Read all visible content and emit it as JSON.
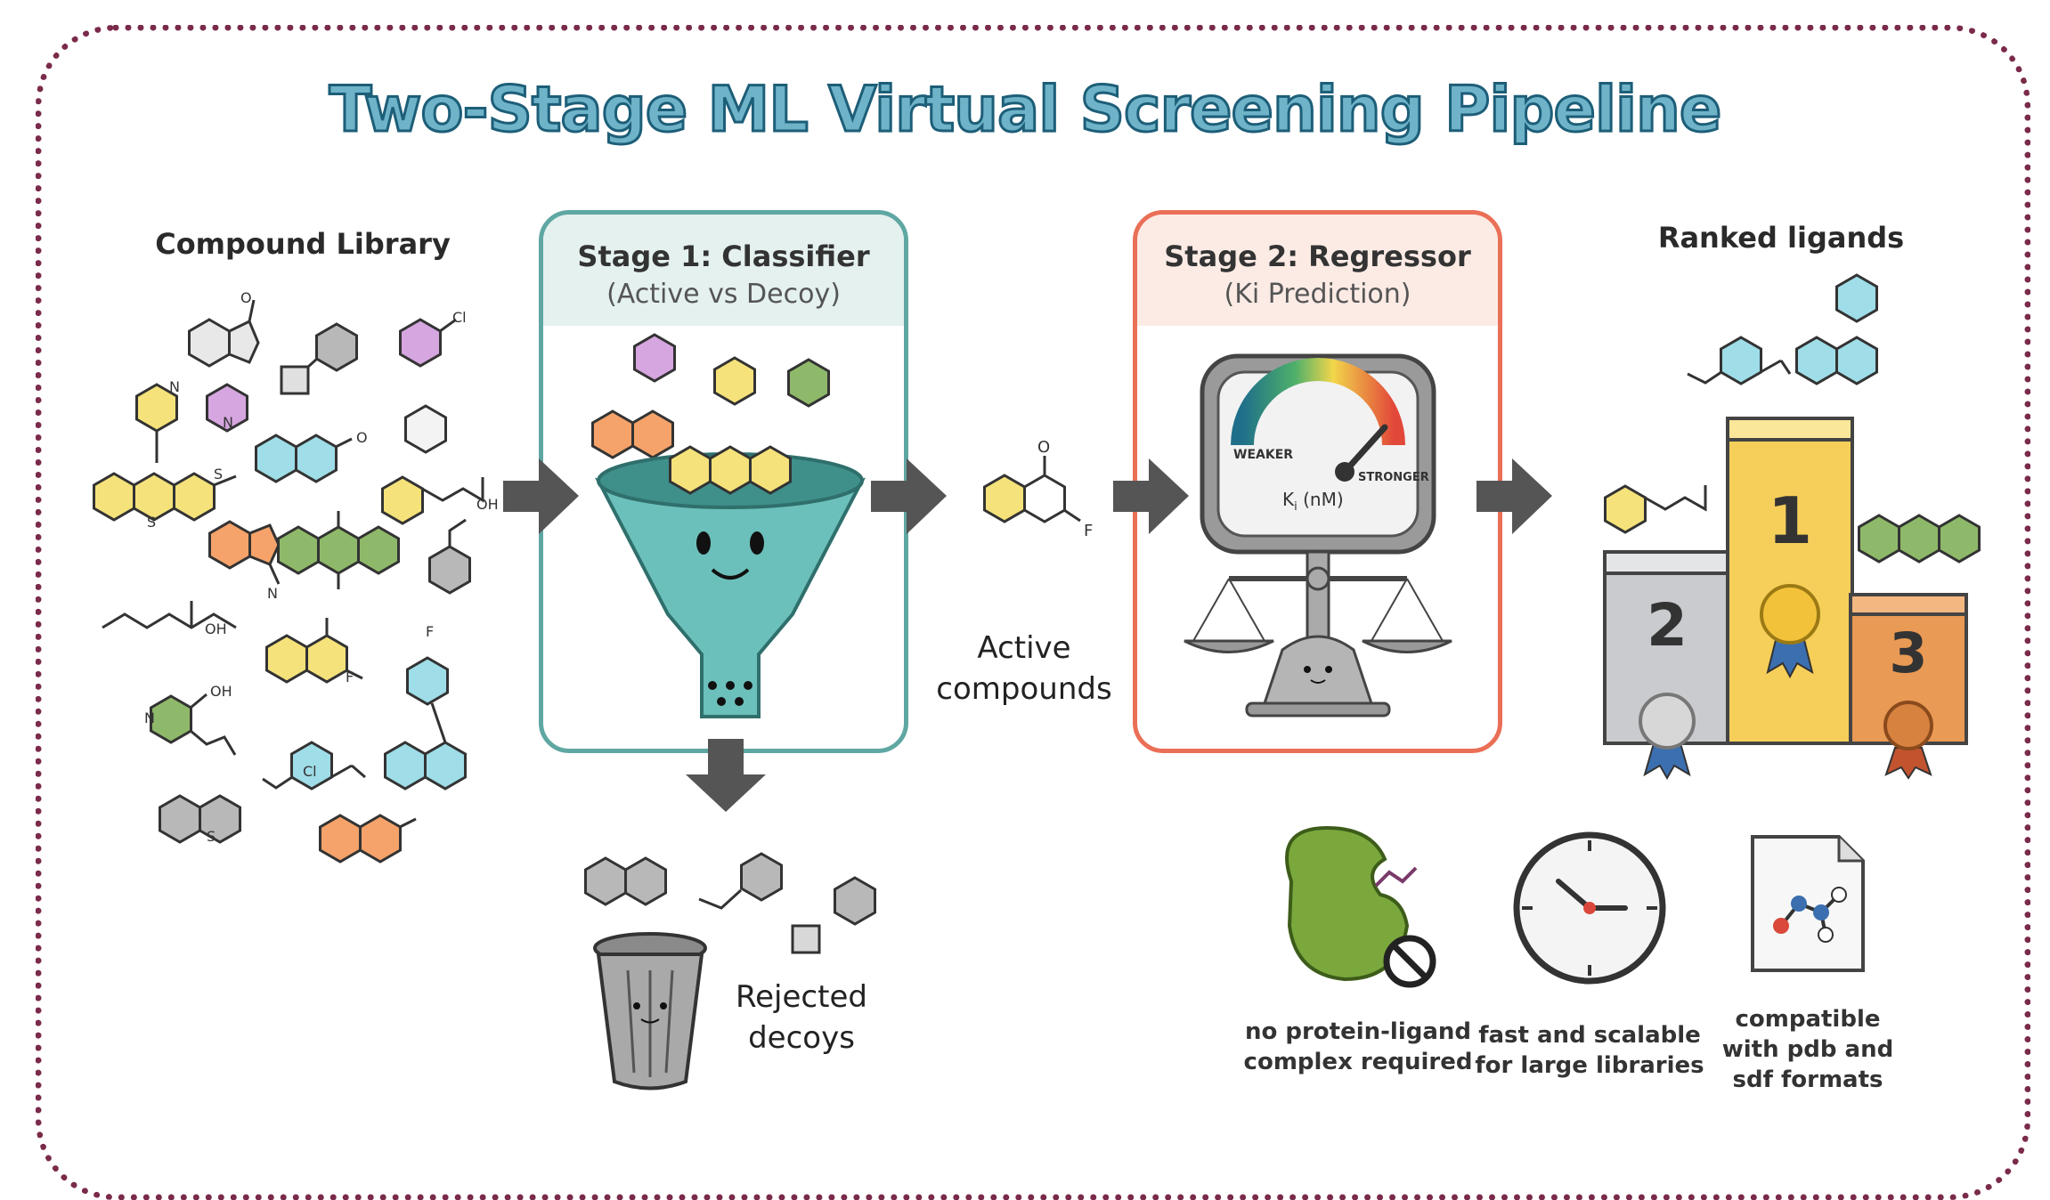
{
  "title": "Two-Stage ML Virtual Screening Pipeline",
  "compound_library": {
    "label": "Compound Library"
  },
  "stage1": {
    "title": "Stage 1: Classifier",
    "subtitle": "(Active vs Decoy)"
  },
  "stage2": {
    "title": "Stage 2: Regressor",
    "subtitle": "(Ki Prediction)"
  },
  "gauge": {
    "weaker": "WEAKER",
    "stronger": "STRONGER",
    "unit": "K",
    "unit_sub": "i",
    "unit_rest": " (nM)"
  },
  "active": {
    "line1": "Active",
    "line2": "compounds"
  },
  "rejected": {
    "line1": "Rejected",
    "line2": "decoys"
  },
  "ranked": {
    "label": "Ranked ligands"
  },
  "podium": {
    "first": "1",
    "second": "2",
    "third": "3"
  },
  "features": [
    {
      "line1": "no protein-ligand",
      "line2": "complex required",
      "icon": "protein-no-icon"
    },
    {
      "line1": "fast and scalable",
      "line2": "for large libraries",
      "icon": "clock-icon"
    },
    {
      "line1": "compatible",
      "line2": "with pdb and",
      "line3": "sdf formats",
      "icon": "molecule-file-icon"
    }
  ],
  "atoms": {
    "O": "O",
    "N": "N",
    "S": "S",
    "Cl": "Cl",
    "F": "F",
    "OH": "OH"
  },
  "colors": {
    "stage1": "#5fa7a3",
    "stage2": "#ea6f57",
    "gold": "#f6cf5a",
    "silver": "#c9cbce",
    "bronze": "#e99a55",
    "yellow": "#f5e27a",
    "purple": "#d6a6e0",
    "blue": "#9fdde8",
    "green": "#8fb96a",
    "orange": "#f5a36a",
    "gray": "#b8b8b8"
  }
}
